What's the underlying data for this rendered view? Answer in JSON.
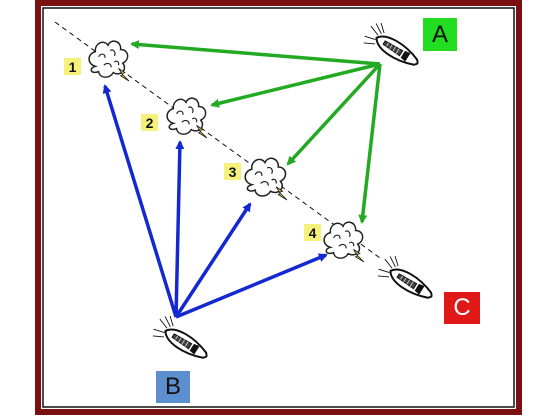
{
  "labels": {
    "boat_a": "A",
    "boat_b": "B",
    "boat_c": "C",
    "p1": "1",
    "p2": "2",
    "p3": "3",
    "p4": "4"
  },
  "colors": {
    "frame_outer": "#7a1010",
    "frame_inner": "#111111",
    "label_a_bg": "#22dd22",
    "label_b_bg": "#5b8fd0",
    "label_c_bg": "#e01818",
    "label_c_text": "#ffffff",
    "number_bg": "#f5f17a",
    "green_arrow": "#22aa22",
    "blue_arrow": "#1428d2"
  },
  "icons": {
    "boat": "speedboat-icon",
    "explosion": "explosion-cloud-icon"
  }
}
